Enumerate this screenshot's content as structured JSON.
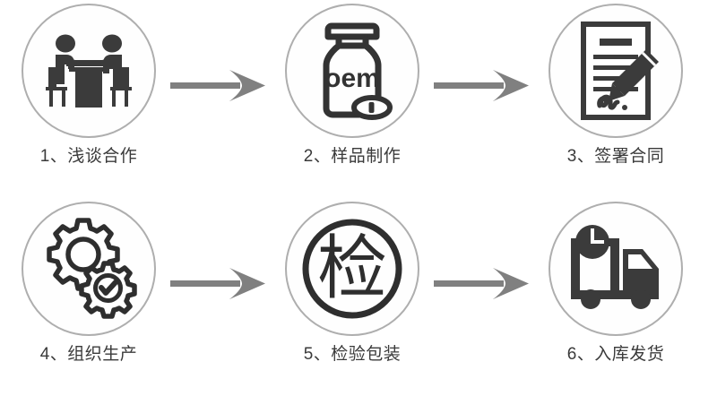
{
  "diagram": {
    "type": "process-flow",
    "title_visible": false,
    "background_color": "#ffffff",
    "rows": 2,
    "columns": 3,
    "colors": {
      "circle_stroke": "#aeaeae",
      "icon_dark": "#3b3b3b",
      "icon_darker": "#333333",
      "arrow": "#808080",
      "label_text": "#3a3a3a"
    },
    "steps": [
      {
        "number": "1",
        "label": "1、浅谈合作",
        "icon_name": "meeting-negotiation-icon",
        "icon_description": "two people seated at a table facing each other"
      },
      {
        "number": "2",
        "label": "2、样品制作",
        "icon_name": "oem-bottle-sample-icon",
        "icon_description": "bottle with cap labelled oem and a tablet",
        "bottle_label_text": "oem"
      },
      {
        "number": "3",
        "label": "3、签署合同",
        "icon_name": "contract-signing-icon",
        "icon_description": "document with text lines, signature and pen"
      },
      {
        "number": "4",
        "label": "4、组织生产",
        "icon_name": "gears-production-icon",
        "icon_description": "two interlocking gears, small gear has a checkmark"
      },
      {
        "number": "5",
        "label": "5、检验包装",
        "icon_name": "inspection-seal-icon",
        "icon_description": "Chinese character inspection inside a ring",
        "seal_character": "检"
      },
      {
        "number": "6",
        "label": "6、入库发货",
        "icon_name": "delivery-truck-icon",
        "icon_description": "delivery truck with a clock"
      }
    ],
    "arrows": [
      {
        "name": "arrow-step1-to-step2",
        "direction": "right"
      },
      {
        "name": "arrow-step2-to-step3",
        "direction": "right"
      },
      {
        "name": "arrow-step4-to-step5",
        "direction": "right"
      },
      {
        "name": "arrow-step5-to-step6",
        "direction": "right"
      }
    ]
  }
}
